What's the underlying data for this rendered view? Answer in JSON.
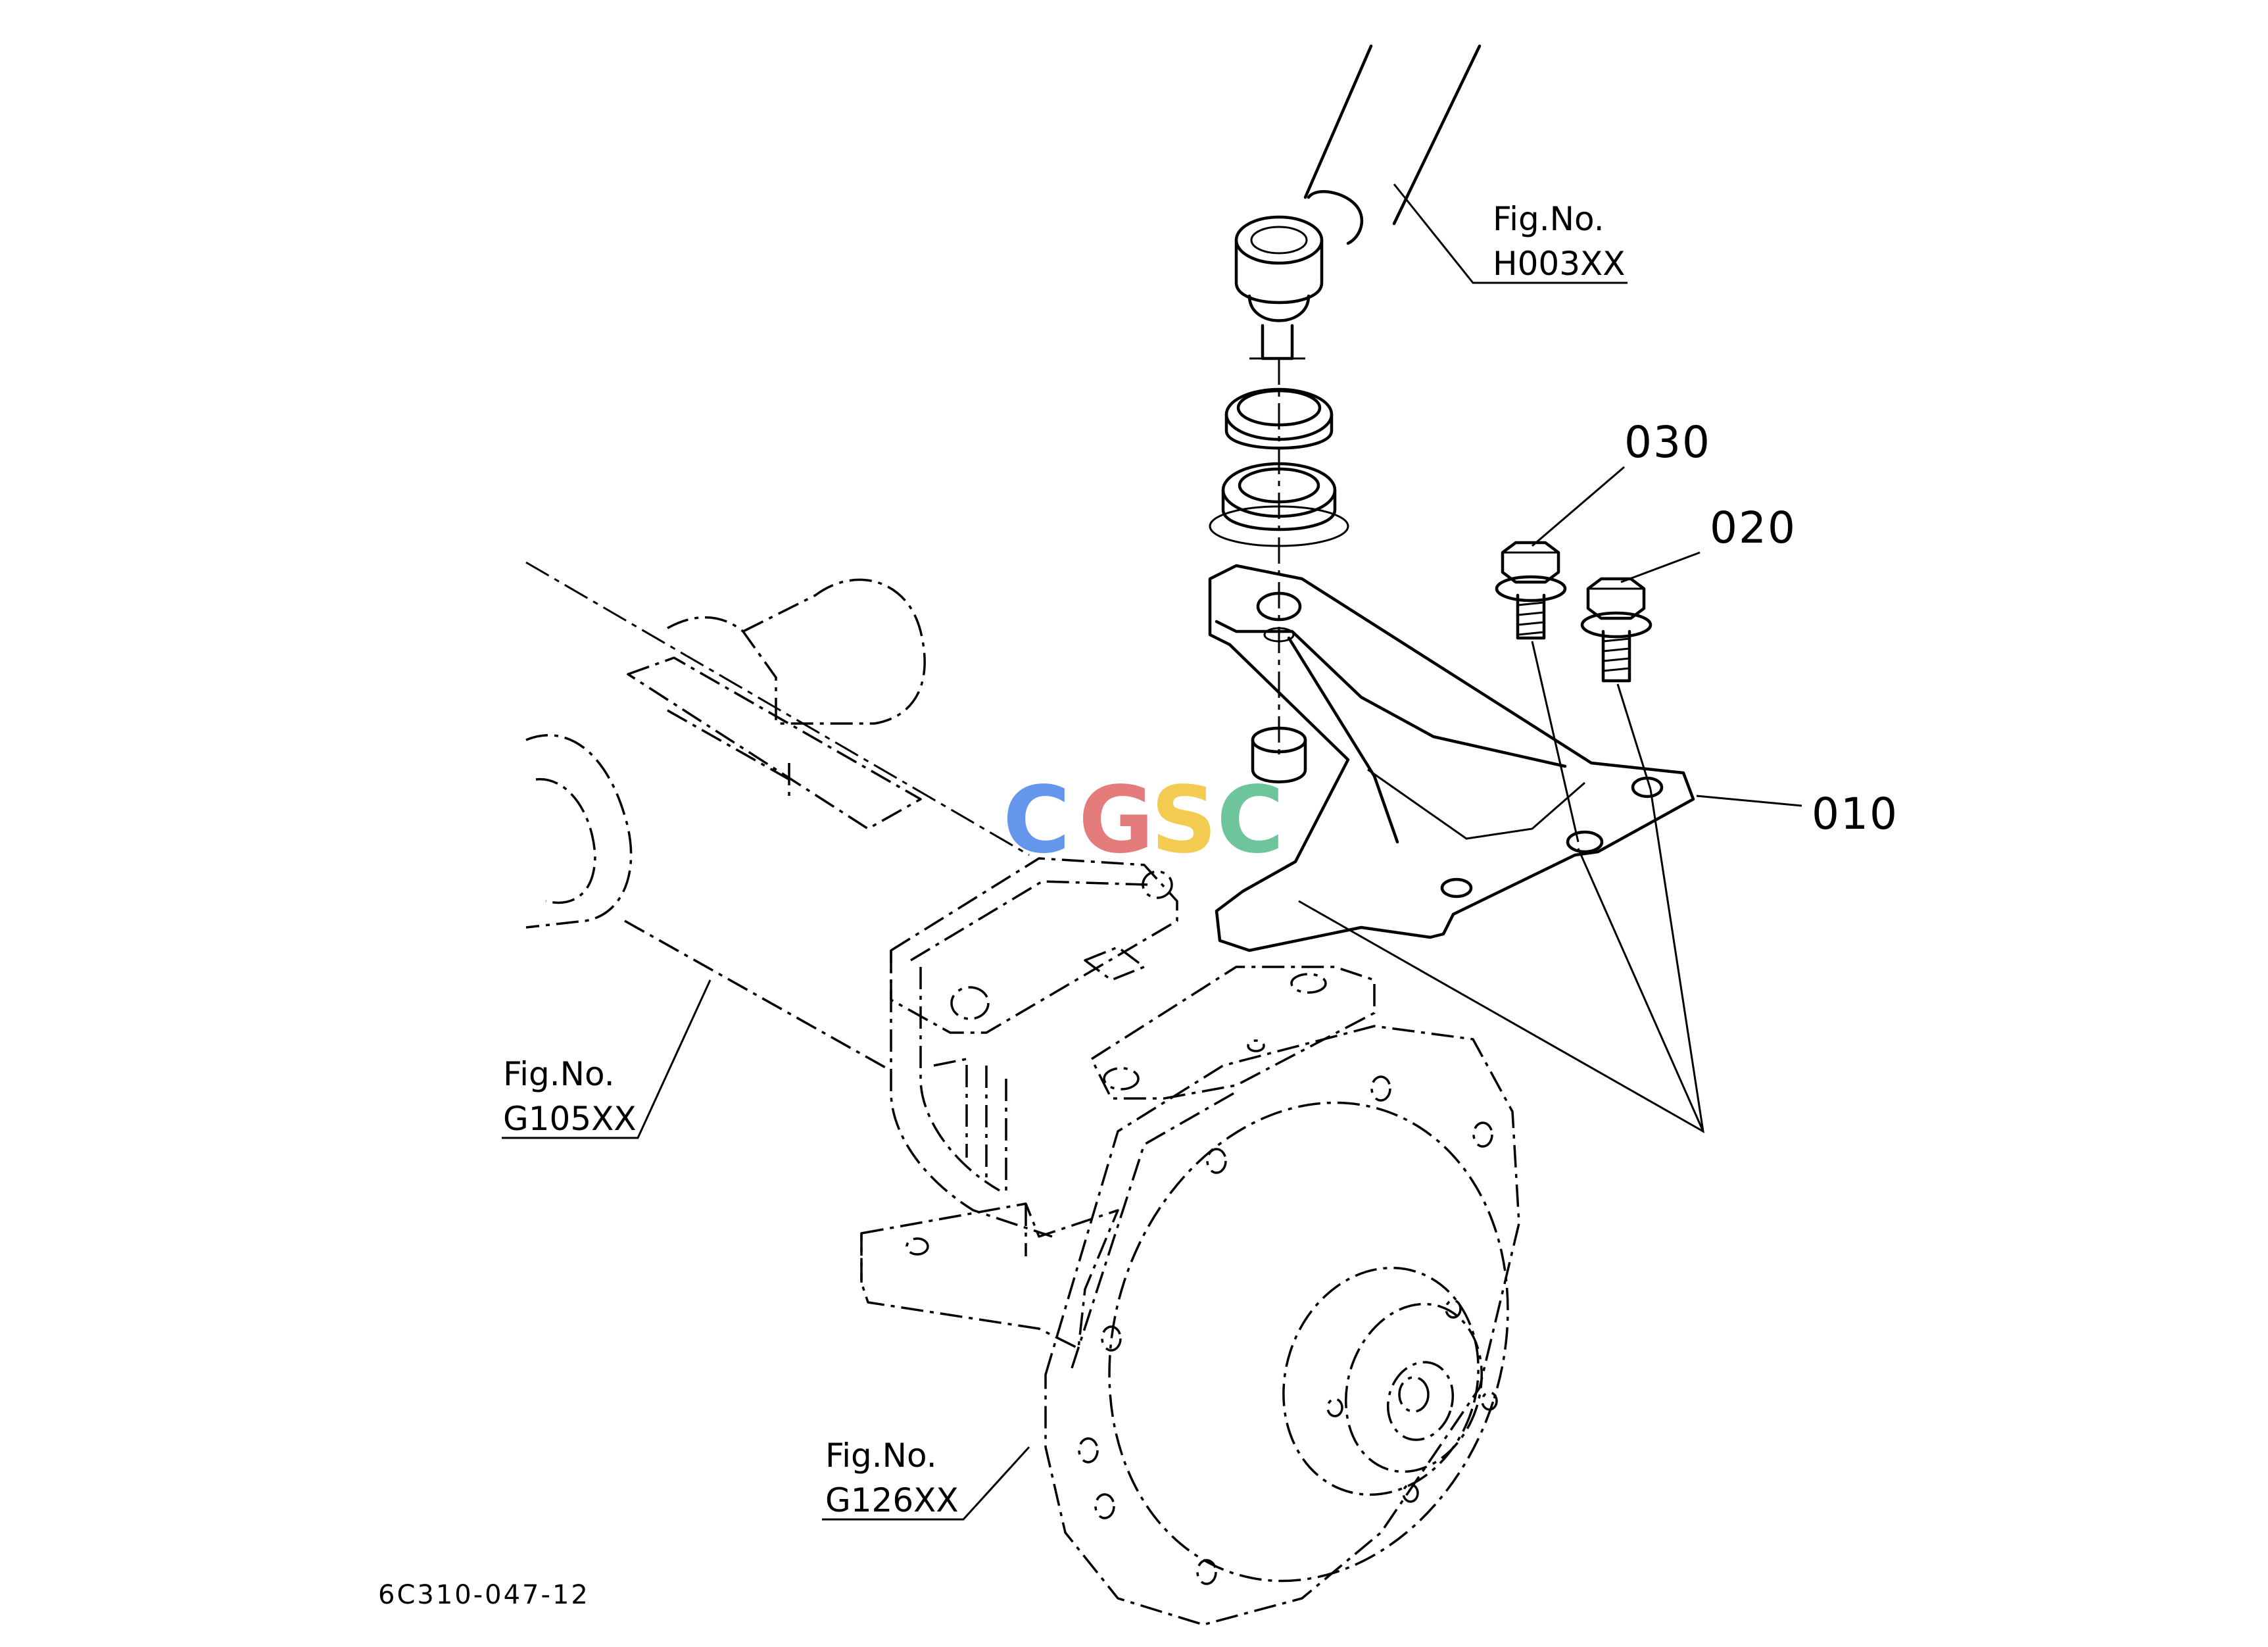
{
  "diagram": {
    "drawing_code": "6C310-047-12",
    "watermark": {
      "letters": [
        "C",
        "G",
        "S",
        "C"
      ],
      "colors": [
        "#4a86e8",
        "#e06666",
        "#f1c232",
        "#57bb8a"
      ]
    },
    "callouts": [
      {
        "id": "030",
        "label": "030"
      },
      {
        "id": "020",
        "label": "020"
      },
      {
        "id": "010",
        "label": "010"
      }
    ],
    "references": [
      {
        "id": "h003",
        "line1": "Fig.No.",
        "line2": "H003XX"
      },
      {
        "id": "g105",
        "line1": "Fig.No.",
        "line2": "G105XX"
      },
      {
        "id": "g126",
        "line1": "Fig.No.",
        "line2": "G126XX"
      }
    ]
  }
}
